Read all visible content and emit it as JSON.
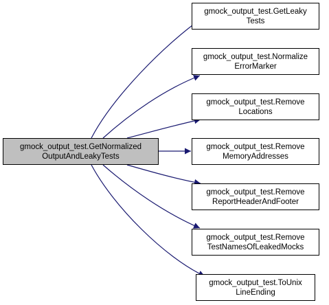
{
  "colors": {
    "edge": "#191970",
    "root_fill": "#bfbfbf",
    "node_fill": "#ffffff",
    "node_border": "#000000"
  },
  "root": {
    "line1": "gmock_output_test.GetNormalized",
    "line2": "OutputAndLeakyTests"
  },
  "callees": [
    {
      "line1": "gmock_output_test.GetLeaky",
      "line2": "Tests"
    },
    {
      "line1": "gmock_output_test.Normalize",
      "line2": "ErrorMarker"
    },
    {
      "line1": "gmock_output_test.Remove",
      "line2": "Locations"
    },
    {
      "line1": "gmock_output_test.Remove",
      "line2": "MemoryAddresses"
    },
    {
      "line1": "gmock_output_test.Remove",
      "line2": "ReportHeaderAndFooter"
    },
    {
      "line1": "gmock_output_test.Remove",
      "line2": "TestNamesOfLeakedMocks"
    },
    {
      "line1": "gmock_output_test.ToUnix",
      "line2": "LineEnding"
    }
  ]
}
